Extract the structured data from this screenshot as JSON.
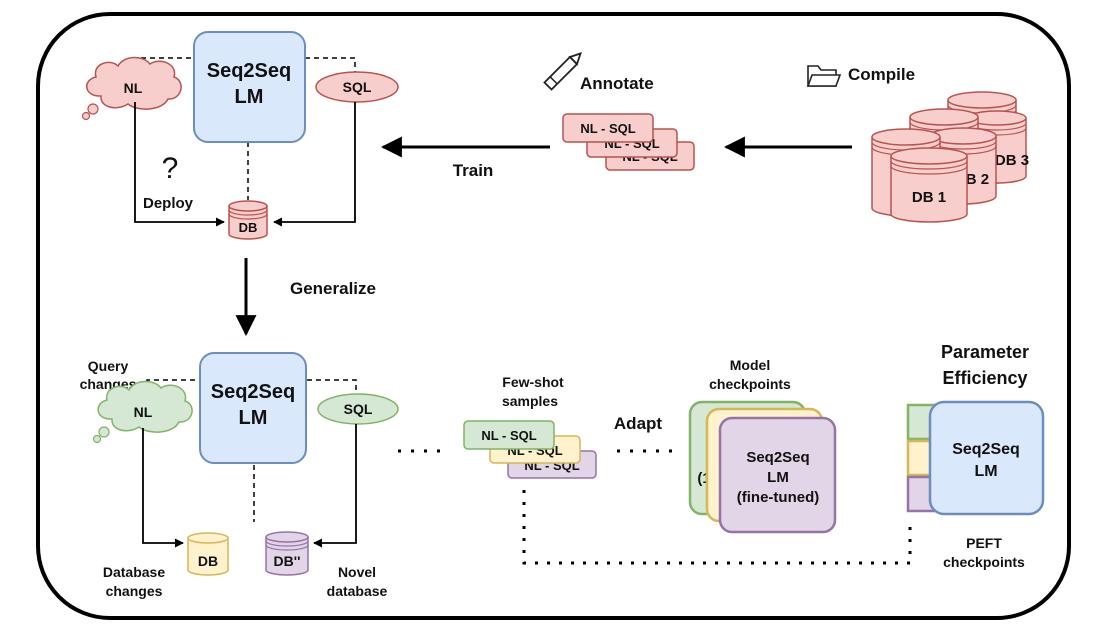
{
  "top": {
    "model": {
      "line1": "Seq2Seq",
      "line2": "LM"
    },
    "nl": "NL",
    "sql": "SQL",
    "question_mark": "?",
    "deploy": "Deploy",
    "db": "DB",
    "train": "Train",
    "annotate": "Annotate",
    "compile": "Compile",
    "pairs": [
      "NL - SQL",
      "NL - SQL",
      "NL - SQL"
    ],
    "dbs": {
      "db1": "DB 1",
      "db2": "DB 2",
      "db3": "DB 3"
    }
  },
  "generalize": "Generalize",
  "bottom": {
    "query_changes": {
      "line1": "Query",
      "line2": "changes"
    },
    "model": {
      "line1": "Seq2Seq",
      "line2": "LM"
    },
    "nl": "NL",
    "sql": "SQL",
    "db": "DB",
    "db_novel": "DB''",
    "database_changes": {
      "line1": "Database",
      "line2": "changes"
    },
    "novel_database": {
      "line1": "Novel",
      "line2": "database"
    },
    "few_shot": {
      "line1": "Few-shot",
      "line2": "samples"
    },
    "pairs": [
      "NL - SQL",
      "NL - SQL",
      "NL - SQL"
    ],
    "adapt": "Adapt",
    "model_checkpoints": {
      "line1": "Model",
      "line2": "checkpoints"
    },
    "finetuned": {
      "line1": "Seq2Seq",
      "line2": "LM",
      "line3": "(fine-tuned)"
    },
    "back_label": "(1",
    "parameter_efficiency": {
      "line1": "Parameter",
      "line2": "Efficiency"
    },
    "peft_model": {
      "line1": "Seq2Seq",
      "line2": "LM"
    },
    "peft_checkpoints": {
      "line1": "PEFT",
      "line2": "checkpoints"
    }
  },
  "colors": {
    "blue_fill": "#dae8fc",
    "blue_stroke": "#6c8ebf",
    "red_fill": "#f8cecc",
    "red_stroke": "#b85450",
    "green_fill": "#d5e8d4",
    "green_stroke": "#82b366",
    "yellow_fill": "#fff2cc",
    "yellow_stroke": "#d6b656",
    "purple_fill": "#e1d5e7",
    "purple_stroke": "#9673a6"
  }
}
